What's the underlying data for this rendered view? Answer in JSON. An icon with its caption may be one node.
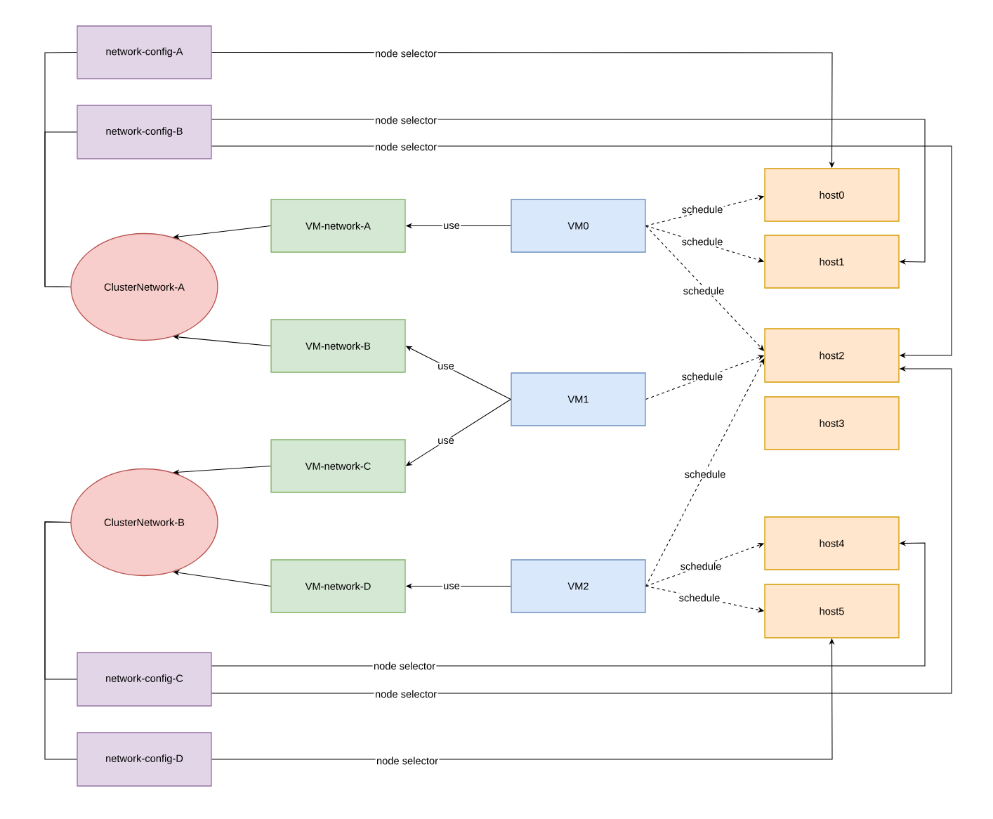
{
  "diagram": {
    "nodes": [
      {
        "text": [
          "network-config-A"
        ]
      },
      {
        "text": [
          "network-config-B"
        ]
      },
      {
        "text": [
          "ClusterNetwork-A"
        ]
      },
      {
        "text": [
          "VM-network-A"
        ]
      },
      {
        "text": [
          "VM0"
        ]
      },
      {
        "text": [
          "host0"
        ]
      },
      {
        "text": [
          "host1"
        ]
      },
      {
        "text": [
          "VM-network-B"
        ]
      },
      {
        "text": [
          "host2"
        ]
      },
      {
        "text": [
          "VM1"
        ]
      },
      {
        "text": [
          "host3"
        ]
      },
      {
        "text": [
          "VM-network-C"
        ]
      },
      {
        "text": [
          "ClusterNetwork-B"
        ]
      },
      {
        "text": [
          "host4"
        ]
      },
      {
        "text": [
          "VM-network-D"
        ]
      },
      {
        "text": [
          "VM2"
        ]
      },
      {
        "text": [
          "host5"
        ]
      },
      {
        "text": [
          "network-config-C"
        ]
      },
      {
        "text": [
          "network-config-D"
        ]
      }
    ],
    "edges": [
      {
        "from": 0,
        "to": 5,
        "arrow": "to",
        "label": "node selector"
      },
      {
        "from": 1,
        "to": 6,
        "arrow": "to",
        "label": "node selector"
      },
      {
        "from": 1,
        "to": 8,
        "arrow": "to",
        "label": "node selector"
      },
      {
        "from": 0,
        "to": 2,
        "arrow": "none"
      },
      {
        "from": 1,
        "to": 2,
        "arrow": "none"
      },
      {
        "from": 3,
        "to": 2,
        "arrow": "to"
      },
      {
        "from": 7,
        "to": 2,
        "arrow": "to"
      },
      {
        "from": 11,
        "to": 12,
        "arrow": "to"
      },
      {
        "from": 14,
        "to": 12,
        "arrow": "to"
      },
      {
        "from": 4,
        "to": 3,
        "arrow": "to",
        "label": "use"
      },
      {
        "from": 9,
        "to": 7,
        "arrow": "to",
        "label": "use"
      },
      {
        "from": 9,
        "to": 11,
        "arrow": "to",
        "label": "use"
      },
      {
        "from": 15,
        "to": 14,
        "arrow": "to",
        "label": "use"
      },
      {
        "from": 4,
        "to": 5,
        "arrow": "to",
        "label": "schedule",
        "style": "dashed"
      },
      {
        "from": 4,
        "to": 6,
        "arrow": "to",
        "label": "schedule",
        "style": "dashed"
      },
      {
        "from": 4,
        "to": 8,
        "arrow": "to",
        "label": "schedule",
        "style": "dashed"
      },
      {
        "from": 9,
        "to": 8,
        "arrow": "to",
        "label": "schedule",
        "style": "dashed"
      },
      {
        "from": 15,
        "to": 8,
        "arrow": "to",
        "label": "schedule",
        "style": "dashed"
      },
      {
        "from": 15,
        "to": 13,
        "arrow": "to",
        "label": "schedule",
        "style": "dashed"
      },
      {
        "from": 15,
        "to": 16,
        "arrow": "to",
        "label": "schedule",
        "style": "dashed"
      },
      {
        "from": 12,
        "to": 17,
        "arrow": "none"
      },
      {
        "from": 12,
        "to": 18,
        "arrow": "none"
      },
      {
        "from": 17,
        "to": 13,
        "arrow": "to",
        "label": "node selector"
      },
      {
        "from": 17,
        "to": 8,
        "arrow": "to",
        "label": "node selector"
      },
      {
        "from": 18,
        "to": 16,
        "arrow": "to",
        "label": "node selector"
      }
    ]
  }
}
